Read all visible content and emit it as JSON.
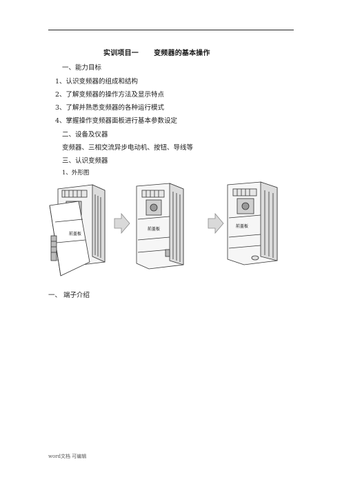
{
  "document": {
    "title": "实训项目一      变频器的基本操作",
    "lines": [
      "一、能力目标",
      "1、认识变频器的组成和结构",
      "2、了解变频器的操作方法及显示特点",
      "3、了解并熟悉变频器的各种运行模式",
      "4、掌握操作变频器面板进行基本参数设定",
      "二、设备及仪器",
      "变频器、三相交流异步电动机、按钮、导线等",
      "三、认识变频器",
      "1、外形图",
      "一、  端子介绍"
    ],
    "figure": {
      "labels": [
        "前盖板",
        "前盖板",
        "前盖板"
      ]
    },
    "footer": "word文档  可编辑"
  }
}
